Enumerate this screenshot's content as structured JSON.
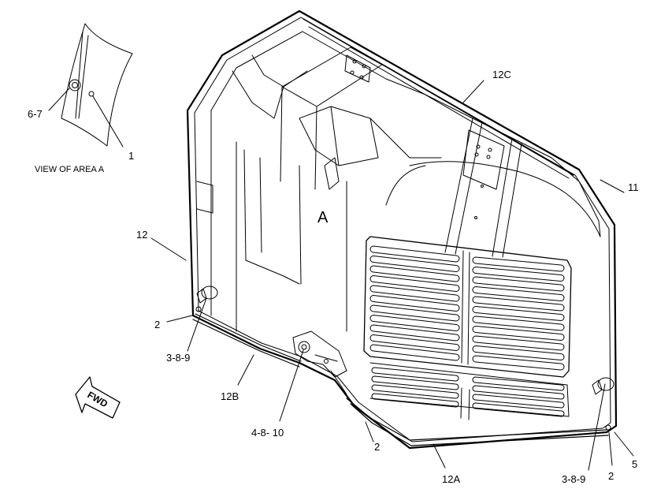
{
  "diagram": {
    "view_title": "VIEW OF AREA  A",
    "area_marker": "A",
    "direction_arrow": "FWD",
    "callouts": {
      "c_6_7": "6-7",
      "c_1": "1",
      "c_12c": "12C",
      "c_11": "11",
      "c_12": "12",
      "c_2_left": "2",
      "c_3_8_9_left": "3-8-9",
      "c_12b": "12B",
      "c_4_8_10": "4-8- 10",
      "c_2_mid": "2",
      "c_12a": "12A",
      "c_3_8_9_right": "3-8-9",
      "c_2_right": "2",
      "c_5": "5"
    }
  }
}
